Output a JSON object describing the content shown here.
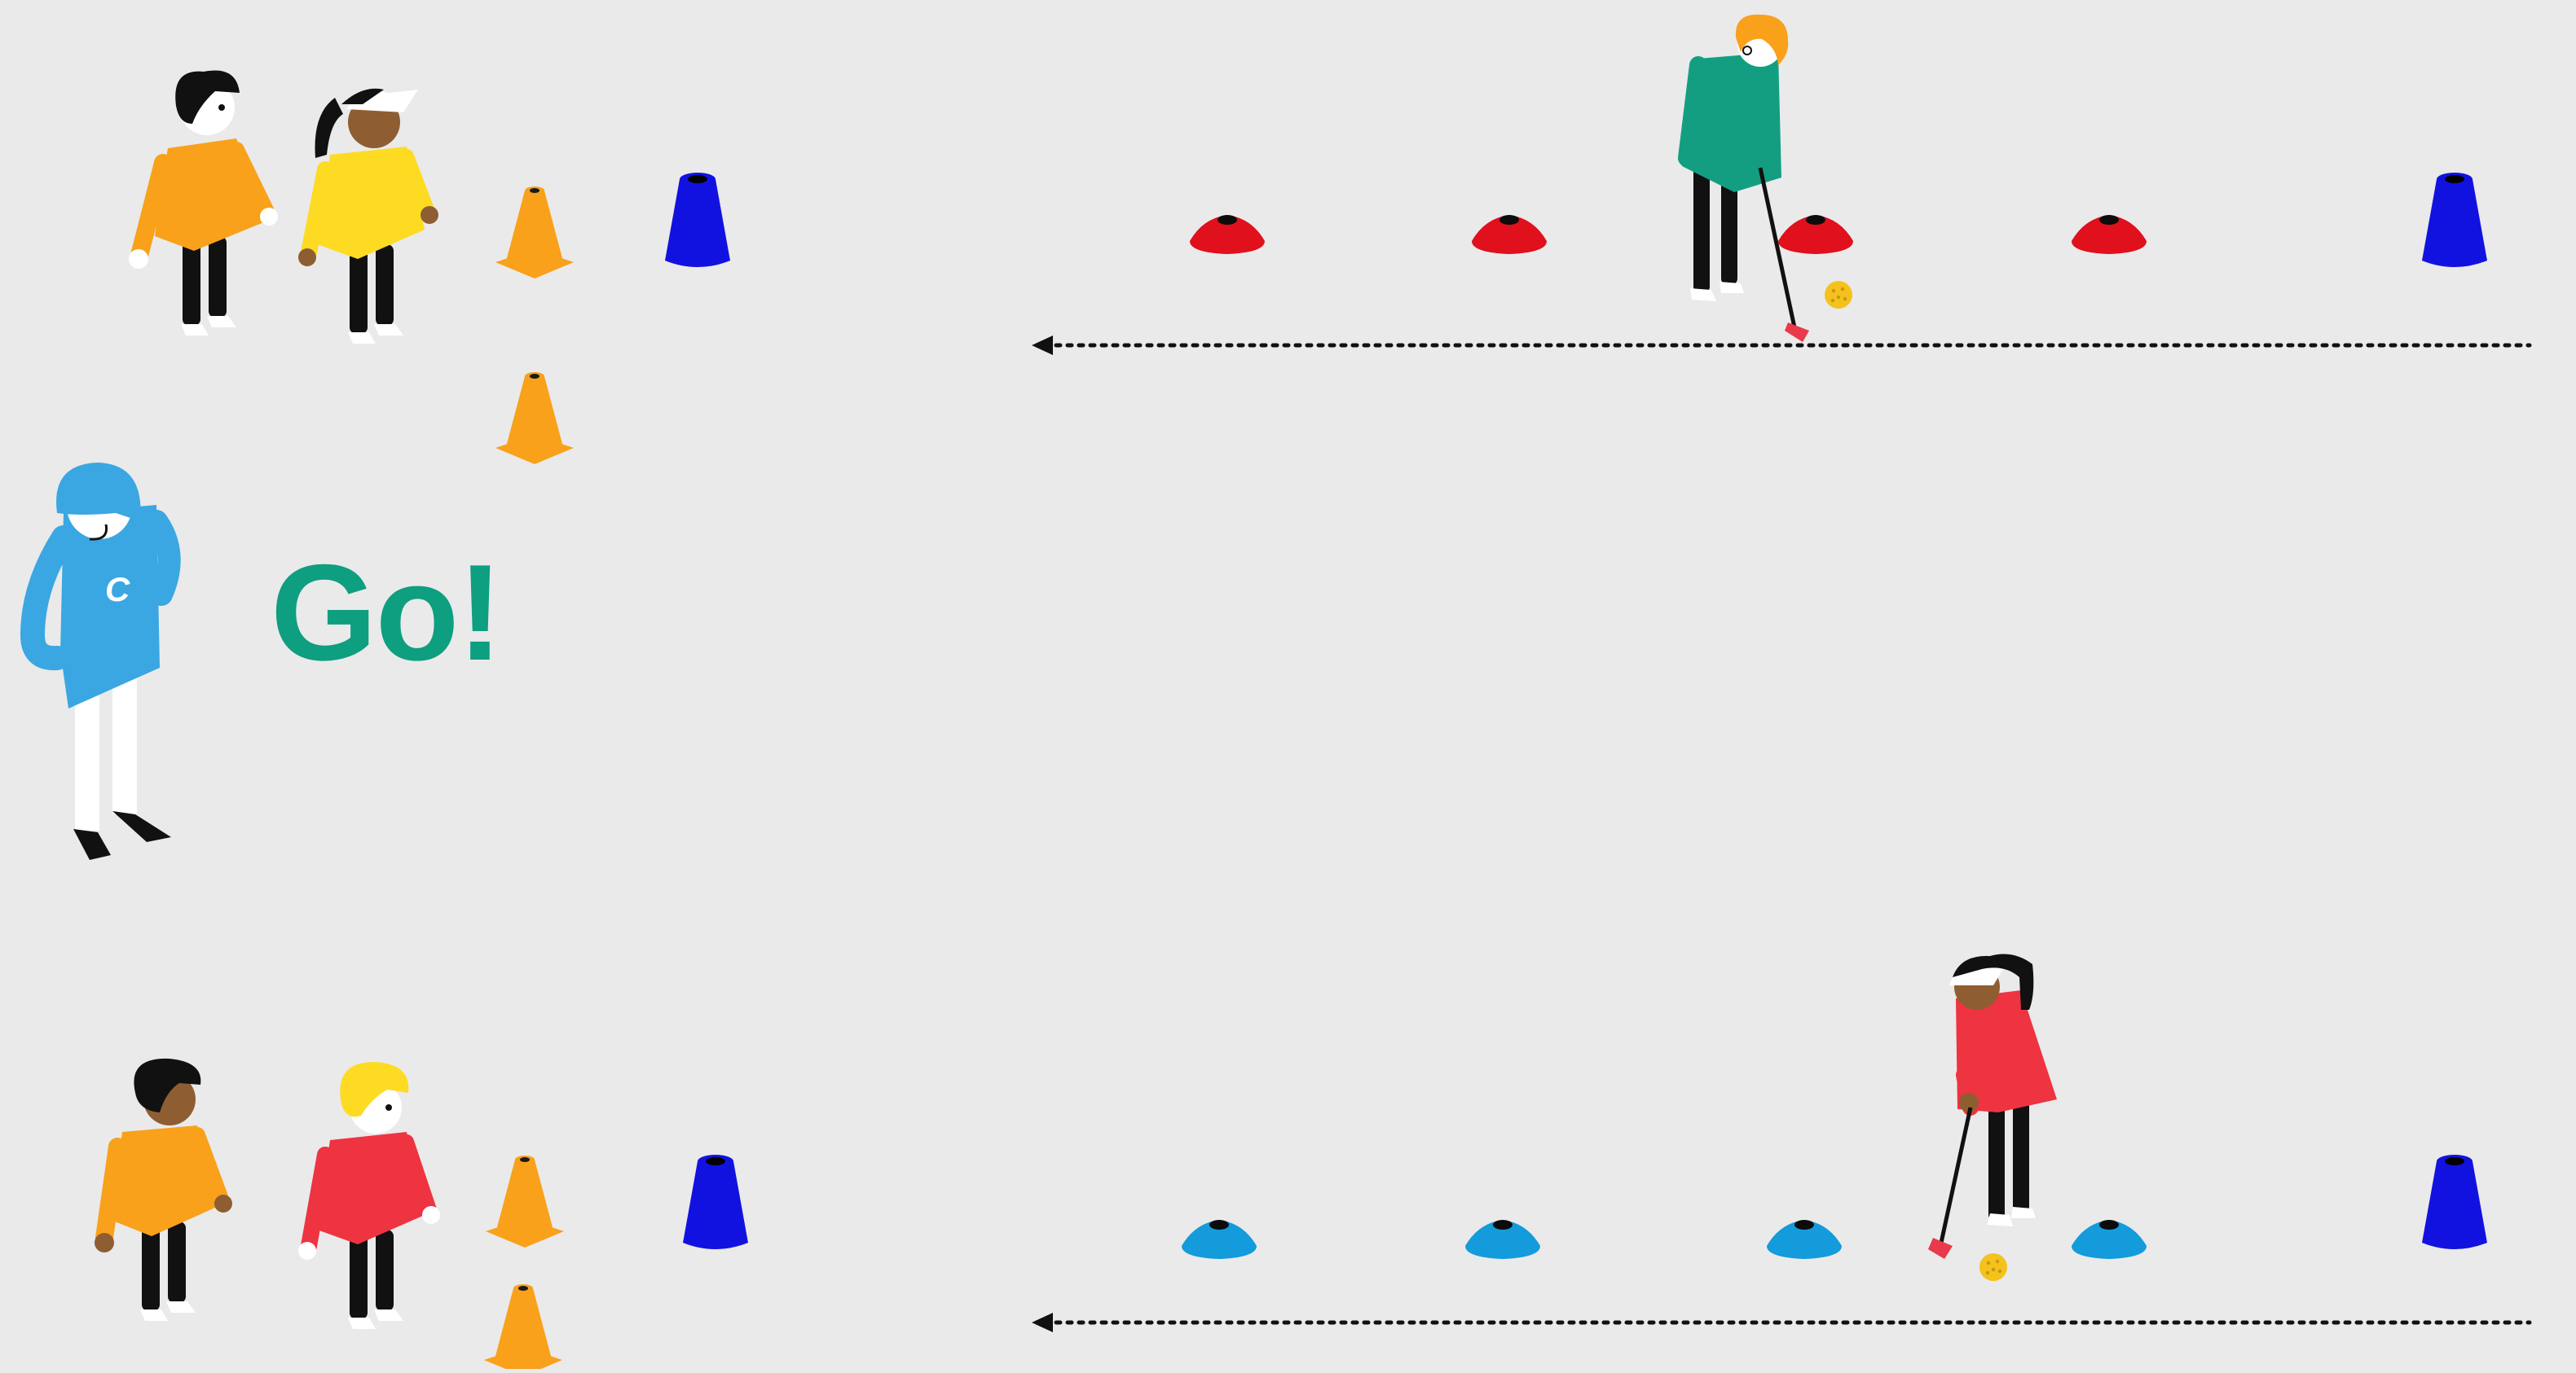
{
  "instruction_text": "Go!",
  "coach_badge": "C",
  "colors": {
    "background": "#EAEAEA",
    "go_text": "#0E9E80",
    "cone_orange": "#F9A11B",
    "cone_blue": "#1212E0",
    "marker_red": "#E0101C",
    "marker_light_blue": "#139BDC",
    "coach_shirt": "#3AA7E2",
    "ball": "#F4C21C",
    "club_head": "#E83A4A"
  },
  "lanes": [
    {
      "name": "top-lane",
      "marker_color": "red",
      "marker_count": 4
    },
    {
      "name": "bottom-lane",
      "marker_color": "light-blue",
      "marker_count": 4
    }
  ],
  "icons": [
    "traffic-cone-icon",
    "tall-cone-icon",
    "disc-marker-icon",
    "golf-ball-icon",
    "golf-club-icon",
    "arrow-left-icon"
  ]
}
